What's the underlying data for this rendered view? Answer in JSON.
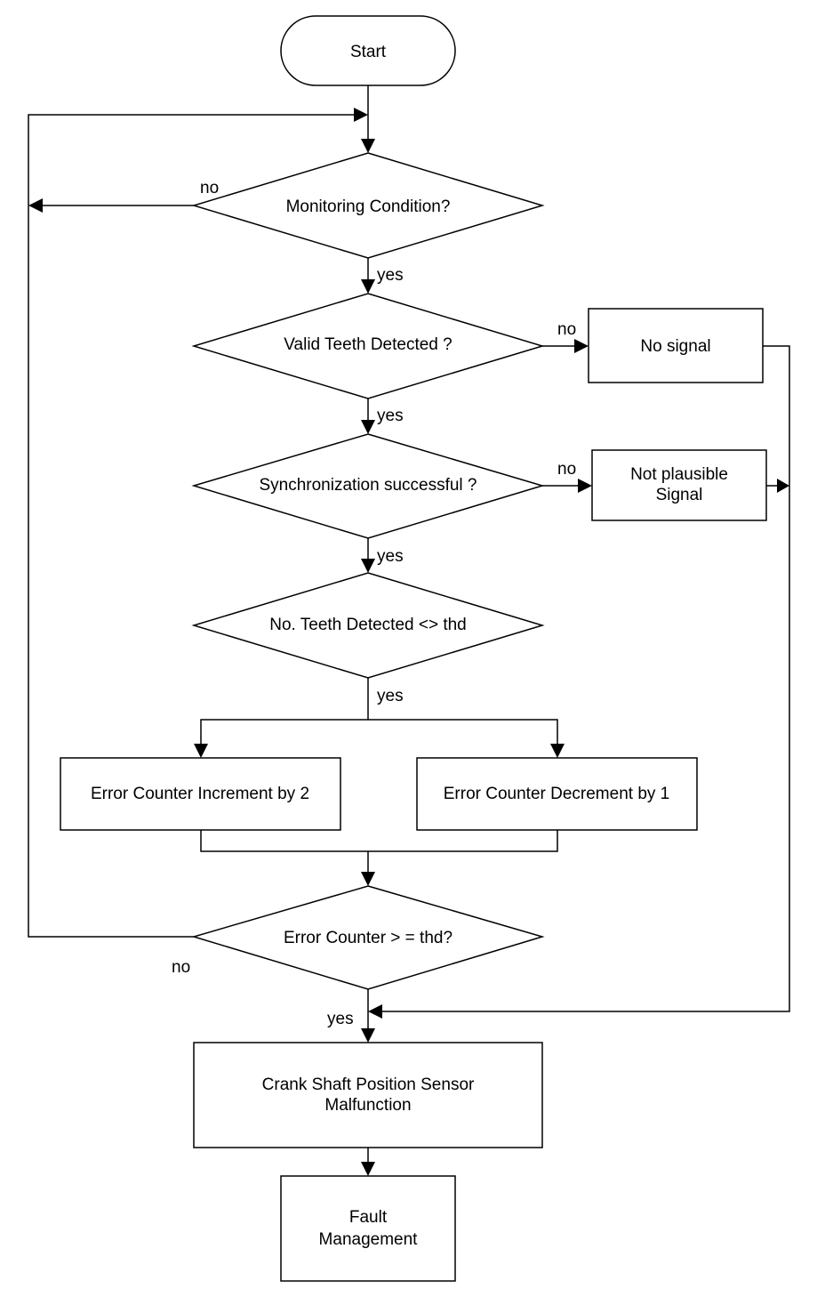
{
  "nodes": {
    "start": "Start",
    "monitoring": "Monitoring Condition?",
    "valid_teeth": "Valid Teeth Detected  ?",
    "no_signal": "No signal",
    "sync": "Synchronization successful ?",
    "not_plausible_1": "Not plausible",
    "not_plausible_2": "Signal",
    "teeth_thd": "No. Teeth Detected <> thd",
    "err_inc": "Error Counter Increment by 2",
    "err_dec": "Error Counter Decrement by 1",
    "err_thd": "Error Counter > = thd?",
    "crank_1": "Crank Shaft Position Sensor",
    "crank_2": "Malfunction",
    "fault_1": "Fault",
    "fault_2": "Management"
  },
  "labels": {
    "no_monitoring": "no",
    "yes_monitoring": "yes",
    "no_valid": "no",
    "yes_valid": "yes",
    "no_sync": "no",
    "yes_sync": "yes",
    "yes_teeth": "yes",
    "no_err": "no",
    "yes_err": "yes"
  }
}
